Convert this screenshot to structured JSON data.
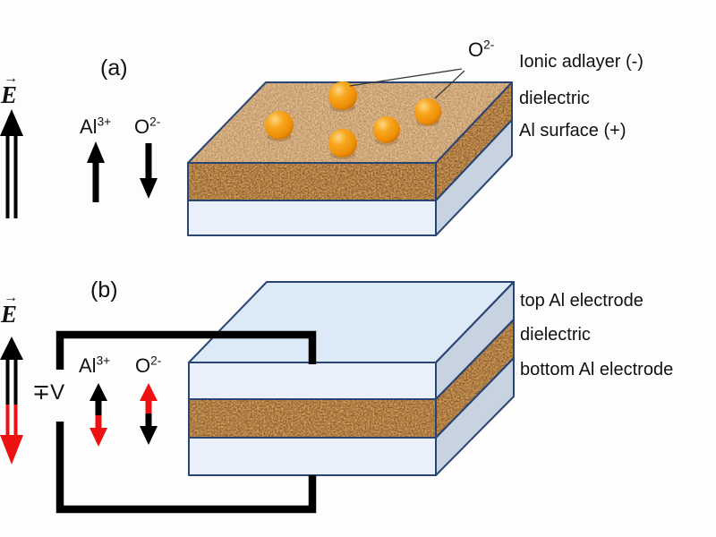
{
  "figure": {
    "panel_a": {
      "tag": "(a)",
      "e_field": {
        "letter": "E",
        "vector_arrow": "→"
      },
      "ions": {
        "al": {
          "base": "Al",
          "sup": "3+"
        },
        "o": {
          "base": "O",
          "sup": "2-"
        }
      },
      "adlayer_ion": {
        "base": "O",
        "sup": "2-"
      },
      "layer_labels": [
        "Ionic adlayer (-)",
        "dielectric",
        "Al surface (+)"
      ]
    },
    "panel_b": {
      "tag": "(b)",
      "e_field": {
        "letter": "E",
        "vector_arrow": "→"
      },
      "voltage_source": "∓V",
      "ions": {
        "al": {
          "base": "Al",
          "sup": "3+"
        },
        "o": {
          "base": "O",
          "sup": "2-"
        }
      },
      "layer_labels": [
        "top Al electrode",
        "dielectric",
        "bottom Al electrode"
      ]
    },
    "colors": {
      "field_up_black": "#000000",
      "field_down_red": "#ee1111",
      "ion_sphere_orange": "#f0950d",
      "dielectric_brown": "#b07e45",
      "electrode_blue": "#e9f0fa",
      "outline_navy": "#2a4573",
      "wire_black": "#000000"
    }
  }
}
